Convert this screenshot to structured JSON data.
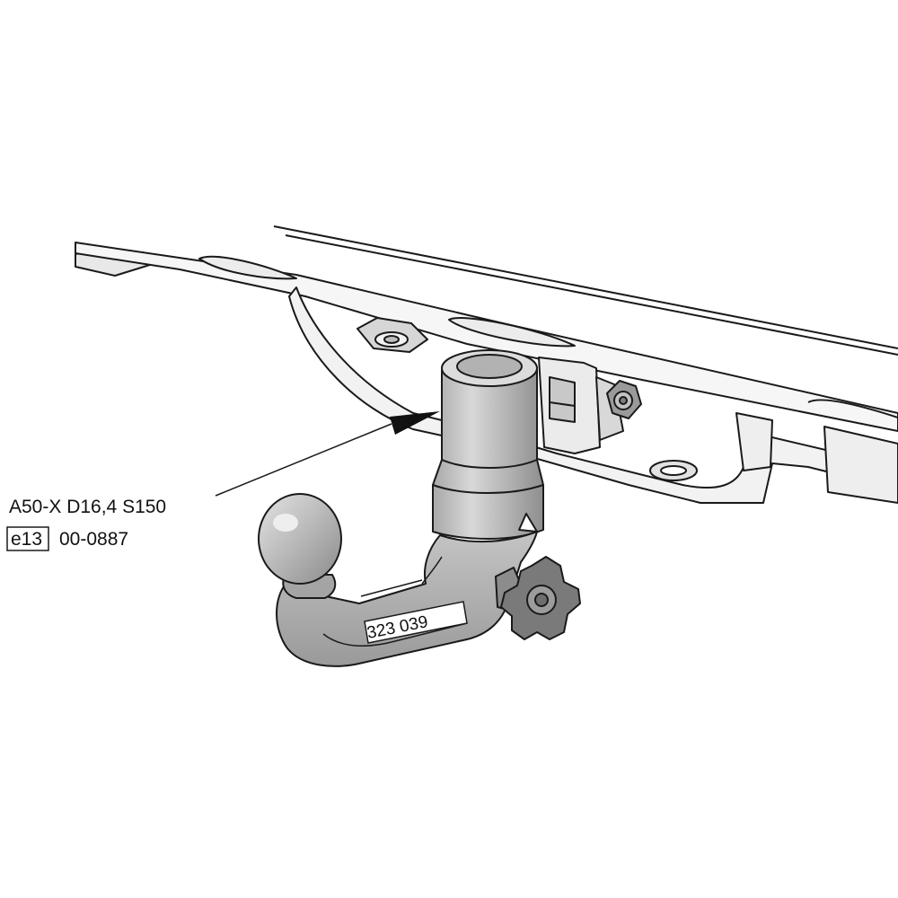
{
  "labels": {
    "type_designation": "A50-X D16,4 S150",
    "approval_mark": "e13",
    "approval_number": "00-0887",
    "part_number": "323 039"
  },
  "colors": {
    "outline": "#1a1a1a",
    "frame_fill": "#f6f6f6",
    "metal_light": "#d2d2d2",
    "metal_mid": "#b4b4b4",
    "metal_dark": "#8e8e8e",
    "background": "#ffffff"
  }
}
